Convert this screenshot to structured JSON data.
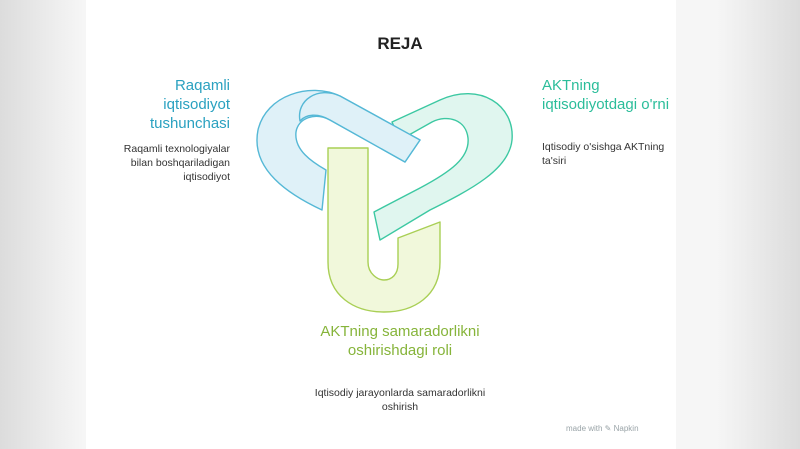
{
  "title": "REJA",
  "items": [
    {
      "heading": "Raqamli iqtisodiyot tushunchasi",
      "description": "Raqamli texnologiyalar bilan boshqariladigan iqtisodiyot",
      "color": "#2aa1c0"
    },
    {
      "heading": "AKTning iqtisodiyotdagi o'rni",
      "description": "Iqtisodiy o'sishga AKTning ta'siri",
      "color": "#2bbd9a"
    },
    {
      "heading": "AKTning samaradorlikni oshirishdagi roli",
      "description": "Iqtisodiy jarayonlarda samaradorlikni oshirish",
      "color": "#86b43a"
    }
  ],
  "watermark": "made with ✎ Napkin"
}
